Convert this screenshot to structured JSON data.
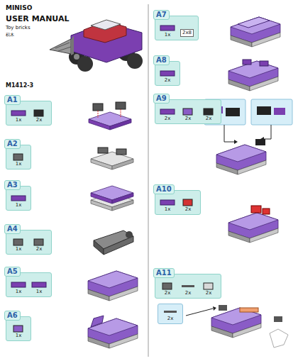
{
  "diagram": {
    "title": "USER MANUAL",
    "nodes": [
      {
        "text": [
          "A1",
          "1x",
          "2x"
        ]
      },
      {
        "text": [
          "A2",
          "1x"
        ]
      },
      {
        "text": [
          "A3",
          "1x"
        ]
      },
      {
        "text": [
          "A4",
          "1x",
          "2x"
        ]
      },
      {
        "text": [
          "A5",
          "1x",
          "1x"
        ]
      },
      {
        "text": [
          "A6",
          "1x"
        ]
      },
      {
        "text": [
          "A7",
          "1x",
          "2x8"
        ]
      },
      {
        "text": [
          "A8",
          "2x"
        ]
      },
      {
        "text": [
          "A9",
          "2x",
          "2x",
          "2x"
        ]
      },
      {
        "text": [
          "A10",
          "1x",
          "2x"
        ]
      },
      {
        "text": [
          "A11",
          "2x",
          "2x",
          "2x"
        ]
      },
      {
        "text": [
          "2x"
        ]
      }
    ],
    "labels": [
      "MINISO",
      "Toy bricks",
      "积木",
      "M1412-3"
    ]
  }
}
